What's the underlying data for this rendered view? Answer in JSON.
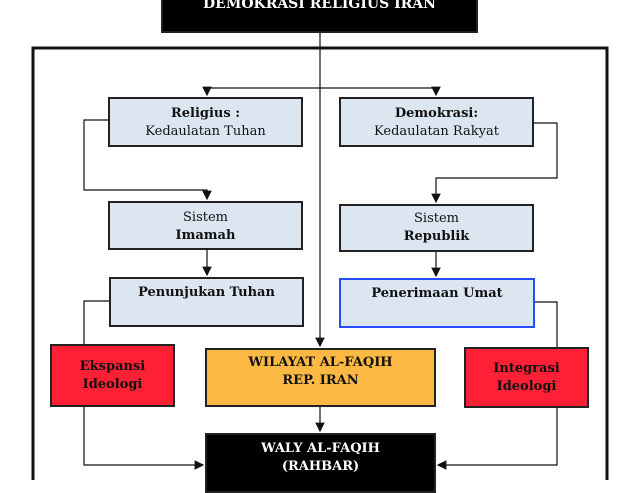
{
  "title": "DEMOKRASI RELIGIUS IRAN",
  "religius": {
    "title": "Religius :",
    "subtitle": "Kedaulatan Tuhan"
  },
  "demokrasi": {
    "title": "Demokrasi:",
    "subtitle": "Kedaulatan Rakyat"
  },
  "imamah": {
    "label": "Sistem",
    "name": "Imamah"
  },
  "republik": {
    "label": "Sistem",
    "name": "Republik"
  },
  "penunjukan": "Penunjukan Tuhan",
  "penerimaan": "Penerimaan Umat",
  "ekspansi": [
    "Ekspansi",
    "Ideologi"
  ],
  "integrasi": [
    "Integrasi",
    "Ideologi"
  ],
  "wilayat": [
    "WILAYAT AL-FAQIH",
    "REP. IRAN"
  ],
  "waly": [
    "WALY AL-FAQIH",
    "(RAHBAR)"
  ]
}
